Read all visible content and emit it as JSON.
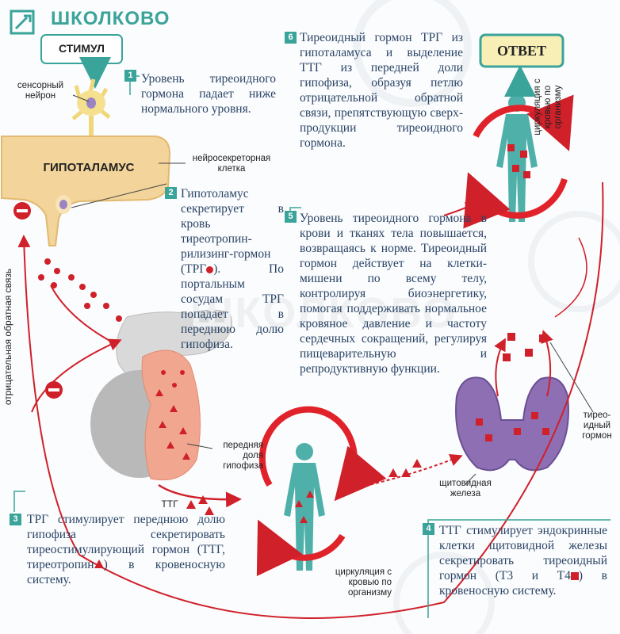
{
  "logo": {
    "text": "ШКОЛКОВО"
  },
  "watermark": "ШКОЛКОВО",
  "boxes": {
    "stimulus": "СТИМУЛ",
    "hypothalamus": "ГИПОТАЛАМУС",
    "answer": "ОТВЕТ"
  },
  "labels": {
    "sensory_neuron": "сенсорный нейрон",
    "neurosecretory_cell": "нейросекреторная клетка",
    "anterior_pituitary": "передняя доля гипофиза",
    "ttg": "ТТГ",
    "circulation_bottom": "циркуляция с кровью по организму",
    "thyroid_gland": "щитовидная железа",
    "thyroid_hormone": "тирео-идный гормон",
    "circulation_top": "циркуляция с кровью по организму",
    "negative_feedback": "отрицательная обратная связь"
  },
  "steps": [
    {
      "num": "1",
      "text": "Уровень тиреоидного гормона падает ниже нормального уровня."
    },
    {
      "num": "2",
      "text_before": "Гипотоламус секретирует в кровь тиреотропин-рилизинг-гормон (ТРГ",
      "text_after": "). По портальным сосудам ТРГ попадает в переднюю долю гипофиза."
    },
    {
      "num": "3",
      "text_before": "ТРГ стимулирует переднюю долю гипофиза секретировать тиреостимулирующий гормон (ТТГ, тиреотропин",
      "text_after": ") в кровеносную систему."
    },
    {
      "num": "4",
      "text_before": "ТТГ стимулирует эндокринные клетки щитовидной железы секретировать тиреоидный гормон (Т3 и Т4",
      "text_after": ") в кровеносную систему."
    },
    {
      "num": "5",
      "text": "Уровень тиреоидного гормона в крови и тканях тела повышается, возвращаясь к норме. Тиреоидный гормон действует на клетки-мишени по всему телу, контролируя биоэнергетику, помогая поддерживать нормальное кровяное давление и частоту сердечных сокращений, регулируя пищеварительную и репродуктивную функции."
    },
    {
      "num": "6",
      "text": "Тиреоидный гормон ТРГ из гипоталамуса и выделение ТТГ из передней доли гипофиза, образуя петлю отрицательной обратной связи, препятствующую сверх-продукции тиреоидного гормона."
    }
  ],
  "colors": {
    "accent_teal": "#3aa39a",
    "text_navy": "#2a4466",
    "hormone_red": "#d0202a",
    "hypothalamus_fill": "#f3d49a",
    "thyroid_purple": "#8e6fb3",
    "body_teal": "#4fb0aa"
  }
}
